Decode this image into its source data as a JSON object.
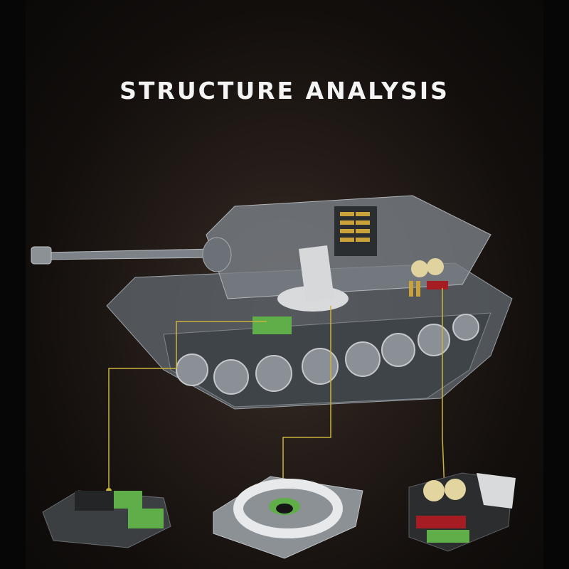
{
  "title": "STRUCTURE ANALYSIS",
  "colors": {
    "background": "#060606",
    "connector_line": "#c9b43c",
    "tank_body": "#6f757b",
    "accent_green": "#5fae4a",
    "accent_red": "#a51d22",
    "ammo_brass": "#c9a23a"
  },
  "callouts": [
    {
      "name": "engine-module"
    },
    {
      "name": "turret-ring-module"
    },
    {
      "name": "ammo-rack-module"
    }
  ]
}
